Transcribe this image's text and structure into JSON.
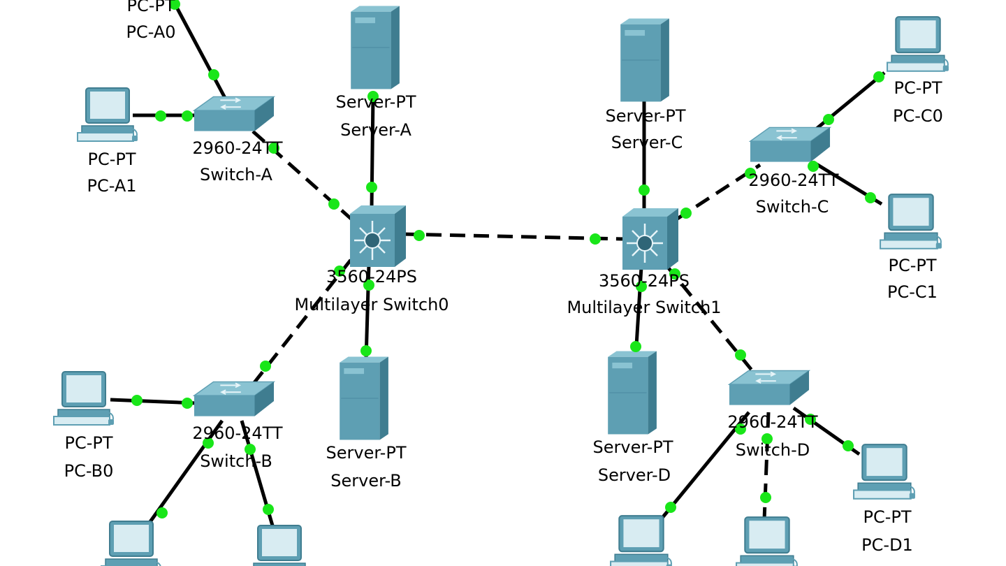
{
  "devices": {
    "pc_a0": {
      "model": "PC-PT",
      "name": "PC-A0"
    },
    "pc_a1": {
      "model": "PC-PT",
      "name": "PC-A1"
    },
    "switch_a": {
      "model": "2960-24TT",
      "name": "Switch-A"
    },
    "server_a": {
      "model": "Server-PT",
      "name": "Server-A"
    },
    "mls0": {
      "model": "3560-24PS",
      "name": "Multilayer Switch0"
    },
    "server_b": {
      "model": "Server-PT",
      "name": "Server-B"
    },
    "pc_b0": {
      "model": "PC-PT",
      "name": "PC-B0"
    },
    "switch_b": {
      "model": "2960-24TT",
      "name": "Switch-B"
    },
    "server_c": {
      "model": "Server-PT",
      "name": "Server-C"
    },
    "mls1": {
      "model": "3560-24PS",
      "name": "Multilayer Switch1"
    },
    "switch_c": {
      "model": "2960-24TT",
      "name": "Switch-C"
    },
    "pc_c0": {
      "model": "PC-PT",
      "name": "PC-C0"
    },
    "pc_c1": {
      "model": "PC-PT",
      "name": "PC-C1"
    },
    "server_d": {
      "model": "Server-PT",
      "name": "Server-D"
    },
    "switch_d": {
      "model": "2960-24TT",
      "name": "Switch-D"
    },
    "pc_d1": {
      "model": "PC-PT",
      "name": "PC-D1"
    }
  },
  "colors": {
    "device_fill": "#5e9fb3",
    "device_dark": "#3f7d90",
    "device_light": "#8ac3d2",
    "screen": "#d8ecf2",
    "link": "#000000",
    "port_up": "#19e619"
  },
  "icons": {
    "pc": "pc-icon",
    "server": "server-icon",
    "switch": "switch-icon",
    "multilayer_switch": "multilayer-switch-icon"
  }
}
